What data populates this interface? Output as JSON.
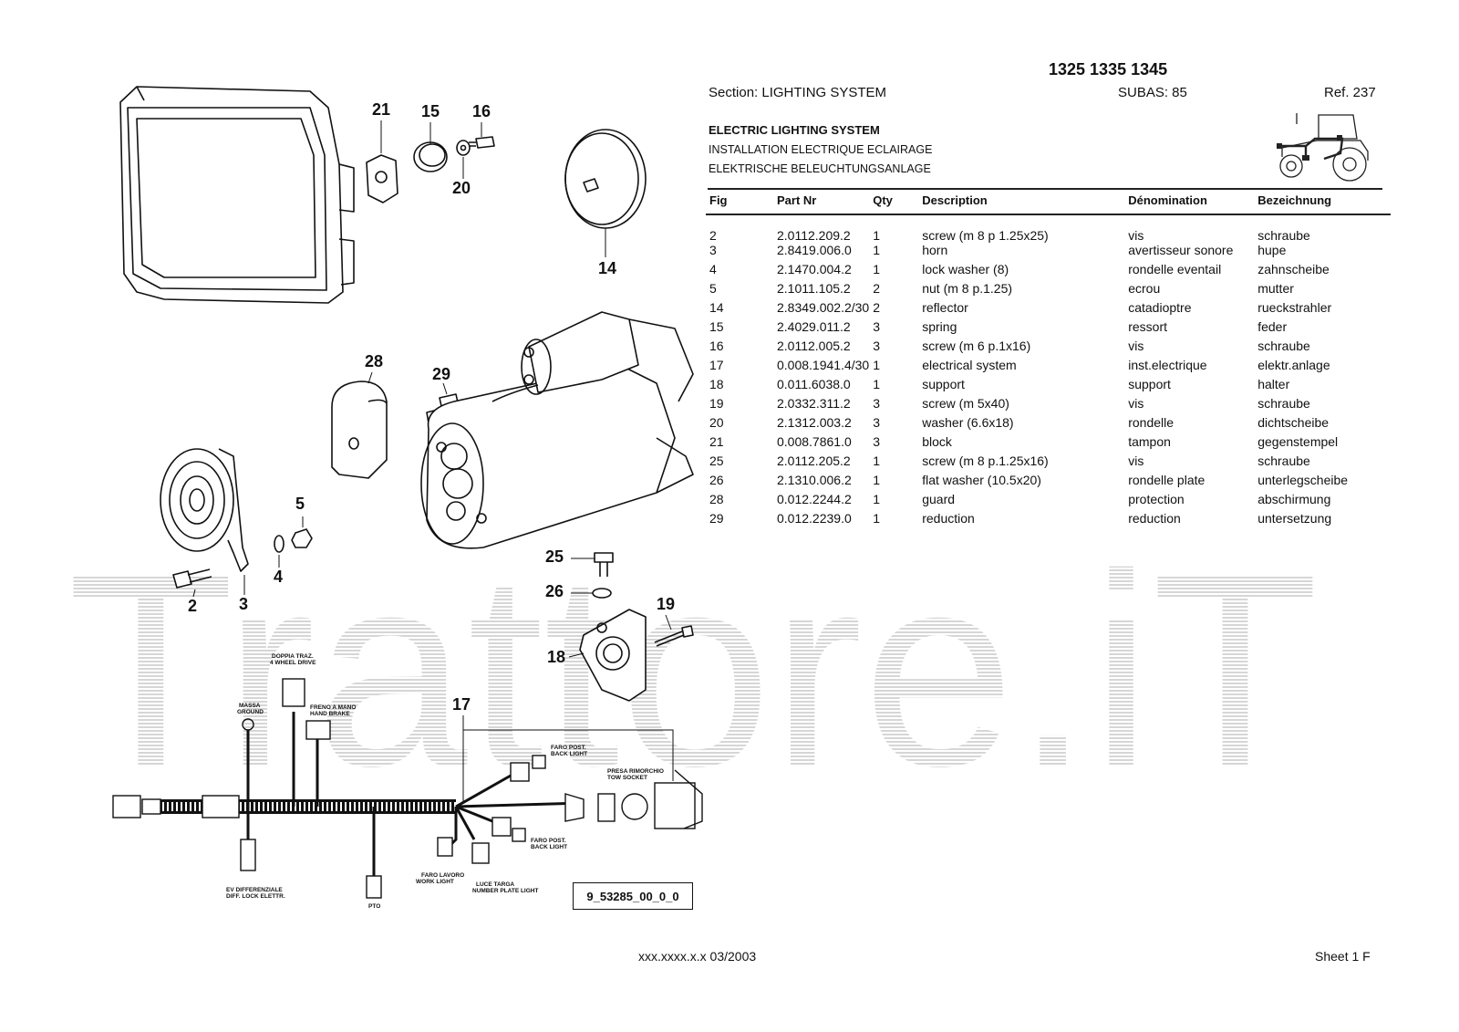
{
  "header": {
    "models": "1325 1335 1345",
    "section": "Section: LIGHTING  SYSTEM",
    "subas": "SUBAS: 85",
    "ref": "Ref. 237"
  },
  "titles": {
    "en": "ELECTRIC LIGHTING SYSTEM",
    "fr": "INSTALLATION ELECTRIQUE ECLAIRAGE",
    "de": "ELEKTRISCHE BELEUCHTUNGSANLAGE"
  },
  "table": {
    "headers": [
      "Fig",
      "Part Nr",
      "Qty",
      "Description",
      "Dénomination",
      "Bezeichnung"
    ],
    "rows": [
      [
        "2",
        "2.0112.209.2",
        "1",
        "screw (m 8 p 1.25x25)",
        "vis",
        "schraube"
      ],
      [
        "3",
        "2.8419.006.0",
        "1",
        "horn",
        "avertisseur sonore",
        "hupe"
      ],
      [
        "4",
        "2.1470.004.2",
        "1",
        "lock washer (8)",
        "rondelle eventail",
        "zahnscheibe"
      ],
      [
        "5",
        "2.1011.105.2",
        "2",
        "nut (m 8 p.1.25)",
        "ecrou",
        "mutter"
      ],
      [
        "14",
        "2.8349.002.2/30",
        "2",
        "reflector",
        "catadioptre",
        "rueckstrahler"
      ],
      [
        "15",
        "2.4029.011.2",
        "3",
        "spring",
        "ressort",
        "feder"
      ],
      [
        "16",
        "2.0112.005.2",
        "3",
        "screw (m 6 p.1x16)",
        "vis",
        "schraube"
      ],
      [
        "17",
        "0.008.1941.4/30",
        "1",
        "electrical system",
        "inst.electrique",
        "elektr.anlage"
      ],
      [
        "18",
        "0.011.6038.0",
        "1",
        "support",
        "support",
        "halter"
      ],
      [
        "19",
        "2.0332.311.2",
        "3",
        "screw (m 5x40)",
        "vis",
        "schraube"
      ],
      [
        "20",
        "2.1312.003.2",
        "3",
        "washer (6.6x18)",
        "rondelle",
        "dichtscheibe"
      ],
      [
        "21",
        "0.008.7861.0",
        "3",
        "block",
        "tampon",
        "gegenstempel"
      ],
      [
        "25",
        "2.0112.205.2",
        "1",
        "screw (m 8 p.1.25x16)",
        "vis",
        "schraube"
      ],
      [
        "26",
        "2.1310.006.2",
        "1",
        "flat washer (10.5x20)",
        "rondelle plate",
        "unterlegscheibe"
      ],
      [
        "28",
        "0.012.2244.2",
        "1",
        "guard",
        "protection",
        "abschirmung"
      ],
      [
        "29",
        "0.012.2239.0",
        "1",
        "reduction",
        "reduction",
        "untersetzung"
      ]
    ]
  },
  "callouts": {
    "c2": "2",
    "c3": "3",
    "c4": "4",
    "c5": "5",
    "c14": "14",
    "c15": "15",
    "c16": "16",
    "c17": "17",
    "c18": "18",
    "c19": "19",
    "c20": "20",
    "c21": "21",
    "c25": "25",
    "c26": "26",
    "c28": "28",
    "c29": "29"
  },
  "harness_labels": {
    "doppia_traz": "DOPPIA TRAZ.",
    "four_wheel_drive": "4 WHEEL DRIVE",
    "massa": "MASSA",
    "ground": "GROUND",
    "freno_a_mano": "FRENO A MANO",
    "hand_brake": "HAND BRAKE",
    "faro_post_1": "FARO POST.",
    "back_light_1": "BACK LIGHT",
    "presa_rimorchio": "PRESA RIMORCHIO",
    "tow_socket": "TOW SOCKET",
    "faro_post_2": "FARO POST.",
    "back_light_2": "BACK LIGHT",
    "faro_lavoro": "FARO LAVORO",
    "work_light": "WORK LIGHT",
    "luce_targa": "LUCE TARGA",
    "number_plate_light": "NUMBER PLATE LIGHT",
    "ev_differenziale": "EV DIFFERENZIALE",
    "diff_lock": "DIFF. LOCK ELETTR.",
    "pto": "PTO"
  },
  "drawing_code": "9_53285_00_0_0",
  "watermark": "Trattore.iT",
  "footer": {
    "code": "xxx.xxxx.x.x  03/2003",
    "sheet": "Sheet 1 F"
  }
}
